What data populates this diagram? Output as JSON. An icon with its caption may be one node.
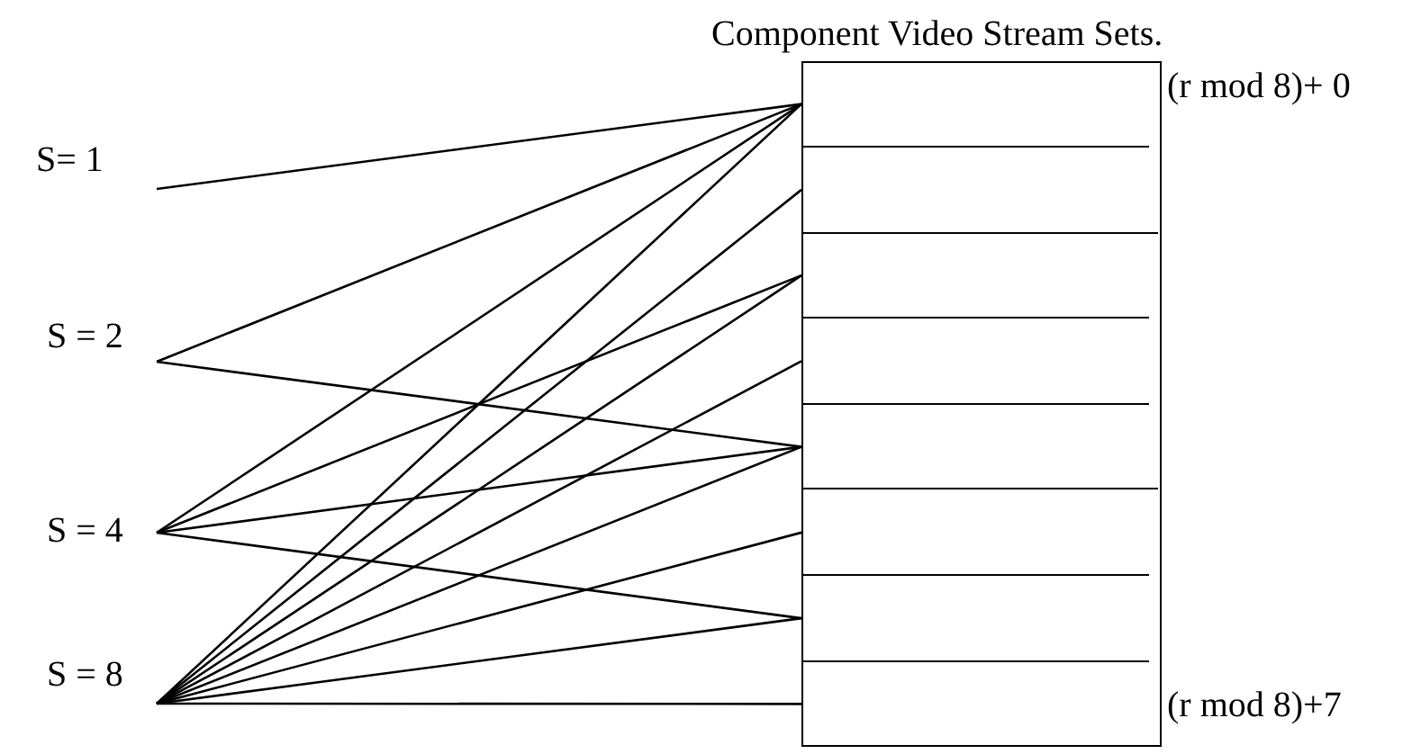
{
  "diagram": {
    "nodes": [
      {
        "text": [
          "S= 1"
        ]
      },
      {
        "text": [
          "S = 2"
        ]
      },
      {
        "text": [
          "S = 4"
        ]
      },
      {
        "text": [
          "S = 8"
        ]
      },
      {
        "text": [
          "Component Video Stream Sets."
        ]
      },
      {
        "text": [],
        "shape": "box",
        "in": 4,
        "beside": [
          "(r mod 8)+ 0"
        ]
      },
      {
        "text": [],
        "shape": "box",
        "in": 4
      },
      {
        "text": [],
        "shape": "box",
        "in": 4
      },
      {
        "text": [],
        "shape": "box",
        "in": 4
      },
      {
        "text": [],
        "shape": "box",
        "in": 4
      },
      {
        "text": [],
        "shape": "box",
        "in": 4
      },
      {
        "text": [],
        "shape": "box",
        "in": 4
      },
      {
        "text": [],
        "shape": "box",
        "in": 4,
        "beside": [
          "(r mod 8)+7"
        ]
      }
    ],
    "edges": [
      {
        "from": 0,
        "to": 5,
        "arrow": "none"
      },
      {
        "from": 1,
        "to": 5,
        "arrow": "none"
      },
      {
        "from": 1,
        "to": 9,
        "arrow": "none"
      },
      {
        "from": 2,
        "to": 5,
        "arrow": "none"
      },
      {
        "from": 2,
        "to": 7,
        "arrow": "none"
      },
      {
        "from": 2,
        "to": 9,
        "arrow": "none"
      },
      {
        "from": 2,
        "to": 11,
        "arrow": "none"
      },
      {
        "from": 3,
        "to": 5,
        "arrow": "none"
      },
      {
        "from": 3,
        "to": 6,
        "arrow": "none"
      },
      {
        "from": 3,
        "to": 7,
        "arrow": "none"
      },
      {
        "from": 3,
        "to": 8,
        "arrow": "none"
      },
      {
        "from": 3,
        "to": 9,
        "arrow": "none"
      },
      {
        "from": 3,
        "to": 10,
        "arrow": "none"
      },
      {
        "from": 3,
        "to": 11,
        "arrow": "none"
      },
      {
        "from": 3,
        "to": 12,
        "arrow": "none"
      }
    ]
  }
}
